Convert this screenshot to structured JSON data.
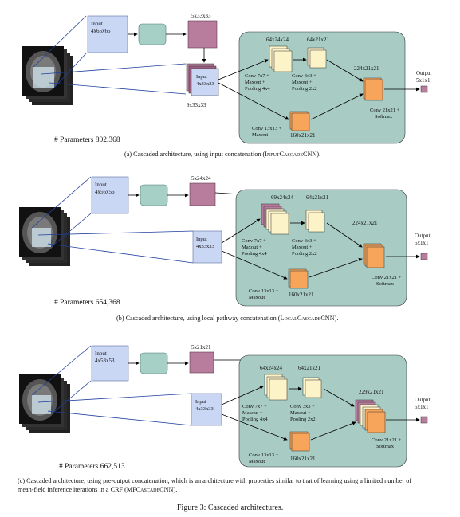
{
  "figure_caption": "Figure 3: Cascaded architectures.",
  "panels": [
    {
      "input_label": [
        "Input",
        "4x65x65"
      ],
      "first_output": "5x33x33",
      "concat_box": [
        "Input",
        "4x33x33"
      ],
      "concat_size": "9x33x33",
      "parameters": "# Parameters 802,368",
      "caption_prefix": "(a) Cascaded architecture, using input concatenation (",
      "caption_name": "InputCascadeCNN",
      "caption_suffix": ").",
      "sizes": {
        "local1": "64x24x24",
        "local2": "64x21x21",
        "global": "160x21x21",
        "merge": "224x21x21"
      },
      "ops": {
        "conv7": [
          "Conv 7x7 +",
          "Maxout +",
          "Pooling 4x4"
        ],
        "conv3": [
          "Conv 3x3 +",
          "Maxout +",
          "Pooling 2x2"
        ],
        "conv13": [
          "Conv 13x13 +",
          "Maxout"
        ],
        "conv21": [
          "Conv 21x21 +",
          "Softmax"
        ]
      },
      "output": [
        "Output",
        "5x1x1"
      ]
    },
    {
      "input_label": [
        "Input",
        "4x56x56"
      ],
      "first_output": "5x24x24",
      "concat_box": [
        "Input",
        "4x33x33"
      ],
      "parameters": "# Parameters 654,368",
      "caption_prefix": "(b) Cascaded architecture, using local pathway concatenation (",
      "caption_name": "LocalCascadeCNN",
      "caption_suffix": ").",
      "sizes": {
        "local1": "69x24x24",
        "local2": "64x21x21",
        "global": "160x21x21",
        "merge": "224x21x21"
      },
      "ops": {
        "conv7": [
          "Conv 7x7 +",
          "Maxout +",
          "Pooling 4x4"
        ],
        "conv3": [
          "Conv 3x3 +",
          "Maxout +",
          "Pooling 2x2"
        ],
        "conv13": [
          "Conv 13x13 +",
          "Maxout"
        ],
        "conv21": [
          "Conv 21x21 +",
          "Softmax"
        ]
      },
      "output": [
        "Output",
        "5x1x1"
      ]
    },
    {
      "input_label": [
        "Input",
        "4x53x53"
      ],
      "first_output": "5x21x21",
      "concat_box": [
        "Input",
        "4x33x33"
      ],
      "parameters": "# Parameters 662,513",
      "caption_line1": "(c) Cascaded architecture, using pre-output concatenation, which is an architecture with properties similar to that of learning using a limited number of",
      "caption_prefix": "mean-field inference iterations in a CRF (",
      "caption_name": "MFCascadeCNN",
      "caption_suffix": ").",
      "sizes": {
        "local1": "64x24x24",
        "local2": "64x21x21",
        "global": "160x21x21",
        "merge": "229x21x21"
      },
      "ops": {
        "conv7": [
          "Conv 7x7 +",
          "Maxout +",
          "Pooling 4x4"
        ],
        "conv3": [
          "Conv 3x3 +",
          "Maxout +",
          "Pooling 2x2"
        ],
        "conv13": [
          "Conv 13x13 +",
          "Maxout"
        ],
        "conv21": [
          "Conv 21x21 +",
          "Softmax"
        ]
      },
      "output": [
        "Output",
        "5x1x1"
      ]
    }
  ],
  "colors": {
    "input_box": "#c9d6f4",
    "teal_box": "#a6cfc6",
    "magenta": "#b87c9c",
    "panel_bg": "#a8ccc4",
    "cream": "#fdf3c8",
    "orange": "#f6a55a",
    "brain_bg": "#1a1a1a"
  }
}
